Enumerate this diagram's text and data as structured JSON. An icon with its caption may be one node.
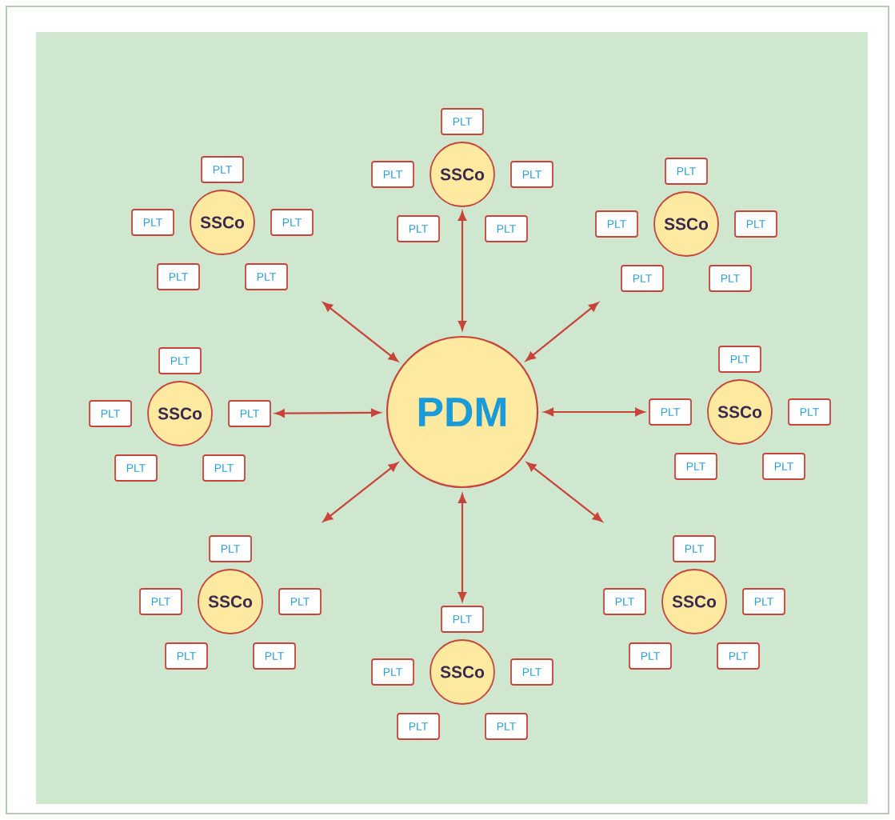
{
  "diagram": {
    "nodes": [
      {
        "text": [
          "PDM"
        ]
      },
      {
        "text": [
          "SSCo"
        ]
      },
      {
        "text": [
          "PLT"
        ]
      },
      {
        "text": [
          "PLT"
        ]
      },
      {
        "text": [
          "PLT"
        ]
      },
      {
        "text": [
          "PLT"
        ]
      },
      {
        "text": [
          "PLT"
        ]
      },
      {
        "text": [
          "SSCo"
        ]
      },
      {
        "text": [
          "PLT"
        ]
      },
      {
        "text": [
          "PLT"
        ]
      },
      {
        "text": [
          "PLT"
        ]
      },
      {
        "text": [
          "PLT"
        ]
      },
      {
        "text": [
          "PLT"
        ]
      },
      {
        "text": [
          "SSCo"
        ]
      },
      {
        "text": [
          "PLT"
        ]
      },
      {
        "text": [
          "PLT"
        ]
      },
      {
        "text": [
          "PLT"
        ]
      },
      {
        "text": [
          "PLT"
        ]
      },
      {
        "text": [
          "PLT"
        ]
      },
      {
        "text": [
          "SSCo"
        ]
      },
      {
        "text": [
          "PLT"
        ]
      },
      {
        "text": [
          "PLT"
        ]
      },
      {
        "text": [
          "PLT"
        ]
      },
      {
        "text": [
          "PLT"
        ]
      },
      {
        "text": [
          "PLT"
        ]
      },
      {
        "text": [
          "SSCo"
        ]
      },
      {
        "text": [
          "PLT"
        ]
      },
      {
        "text": [
          "PLT"
        ]
      },
      {
        "text": [
          "PLT"
        ]
      },
      {
        "text": [
          "PLT"
        ]
      },
      {
        "text": [
          "PLT"
        ]
      },
      {
        "text": [
          "SSCo"
        ]
      },
      {
        "text": [
          "PLT"
        ]
      },
      {
        "text": [
          "PLT"
        ]
      },
      {
        "text": [
          "PLT"
        ]
      },
      {
        "text": [
          "PLT"
        ]
      },
      {
        "text": [
          "PLT"
        ]
      },
      {
        "text": [
          "SSCo"
        ]
      },
      {
        "text": [
          "PLT"
        ]
      },
      {
        "text": [
          "PLT"
        ]
      },
      {
        "text": [
          "PLT"
        ]
      },
      {
        "text": [
          "PLT"
        ]
      },
      {
        "text": [
          "PLT"
        ]
      },
      {
        "text": [
          "SSCo"
        ]
      },
      {
        "text": [
          "PLT"
        ]
      },
      {
        "text": [
          "PLT"
        ]
      },
      {
        "text": [
          "PLT"
        ]
      },
      {
        "text": [
          "PLT"
        ]
      },
      {
        "text": [
          "PLT"
        ]
      }
    ],
    "edges": [
      {
        "from": 0,
        "to": 1,
        "arrow": "both"
      },
      {
        "from": 0,
        "to": null,
        "arrow": "both"
      },
      {
        "from": 0,
        "to": null,
        "arrow": "both"
      },
      {
        "from": 0,
        "to": 22,
        "arrow": "both"
      },
      {
        "from": 0,
        "to": 27,
        "arrow": "both"
      },
      {
        "from": 0,
        "to": null,
        "arrow": "both"
      },
      {
        "from": 0,
        "to": null,
        "arrow": "both"
      },
      {
        "from": 0,
        "to": 44,
        "arrow": "both"
      }
    ]
  }
}
